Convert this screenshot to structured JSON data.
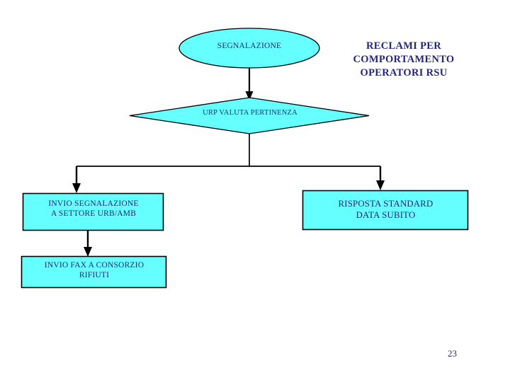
{
  "slide": {
    "heading": "RECLAMI PER\nCOMPORTAMENTO\nOPERATORI RSU",
    "page_number": "23",
    "colors": {
      "node_fill": "#66FFFF",
      "node_stroke": "#000000",
      "text": "#25267A",
      "background": "#FFFFFF",
      "connector": "#000000"
    }
  },
  "flowchart": {
    "type": "flowchart",
    "nodes": [
      {
        "id": "start",
        "shape": "ellipse",
        "label": "SEGNALAZIONE"
      },
      {
        "id": "decision",
        "shape": "diamond",
        "label": "URP VALUTA PERTINENZA"
      },
      {
        "id": "invio-settore",
        "shape": "rectangle",
        "label": "INVIO SEGNALAZIONE\nA SETTORE URB/AMB"
      },
      {
        "id": "invio-fax",
        "shape": "rectangle",
        "label": "INVIO FAX A CONSORZIO\nRIFIUTI"
      },
      {
        "id": "risposta",
        "shape": "rectangle",
        "label": "RISPOSTA STANDARD\nDATA SUBITO"
      }
    ],
    "edges": [
      {
        "from": "start",
        "to": "decision",
        "arrow": true
      },
      {
        "from": "decision",
        "to": "invio-settore",
        "arrow": true
      },
      {
        "from": "decision",
        "to": "risposta",
        "arrow": true
      },
      {
        "from": "invio-settore",
        "to": "invio-fax",
        "arrow": true
      }
    ]
  }
}
